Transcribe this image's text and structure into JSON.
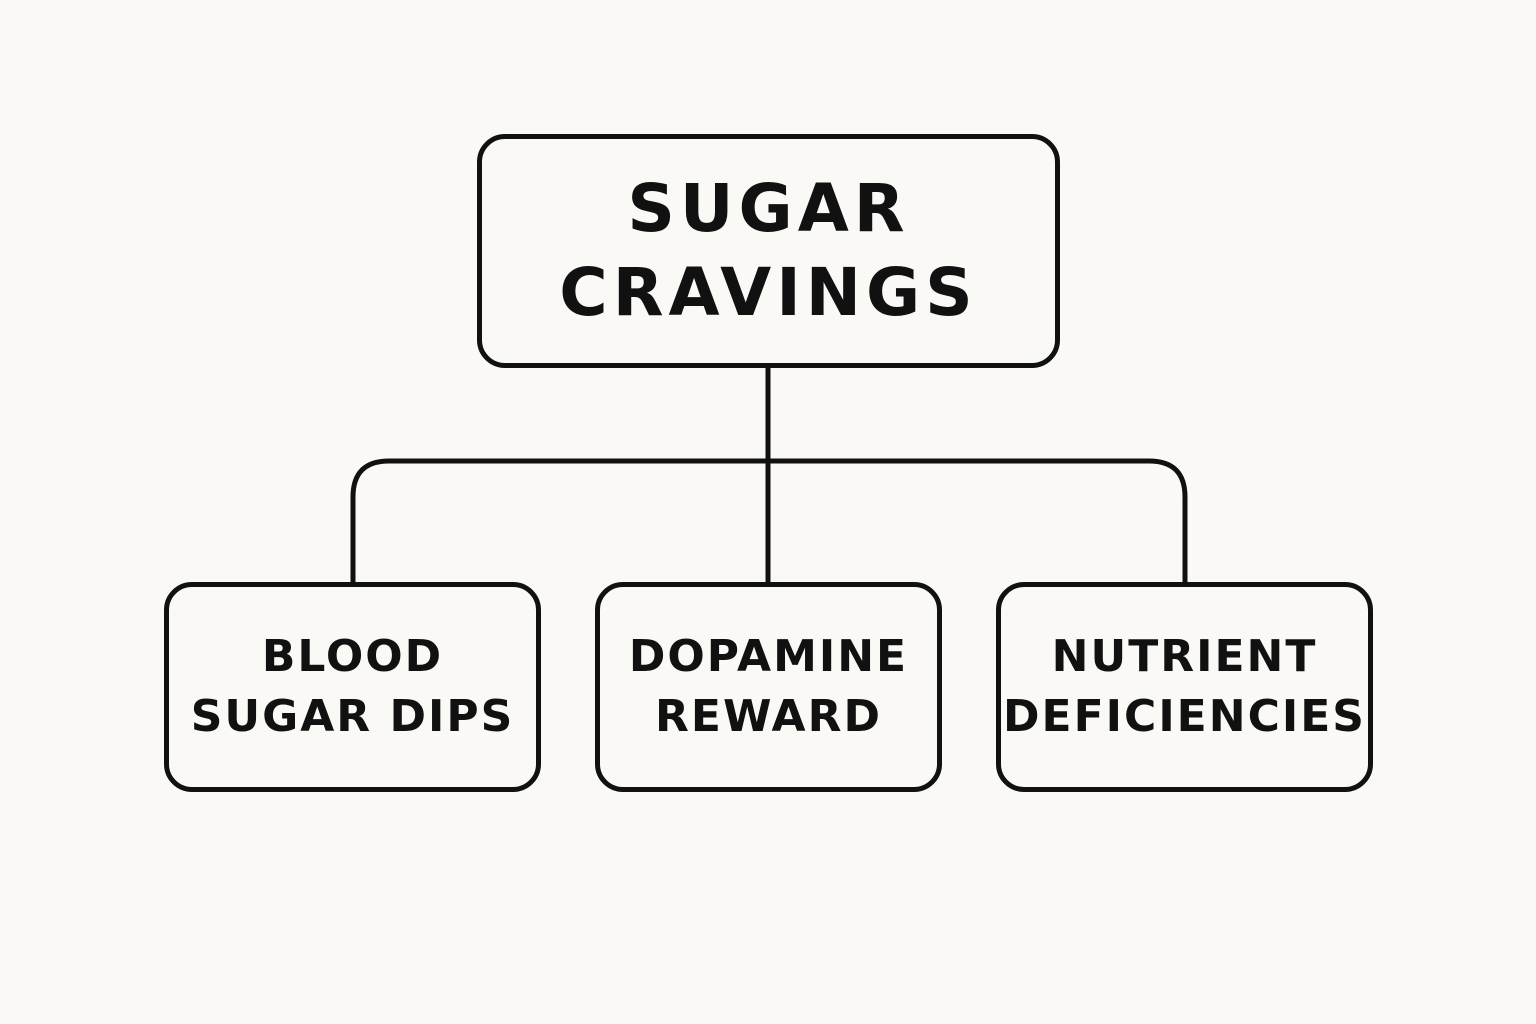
{
  "diagram": {
    "root": {
      "lines": [
        "SUGAR",
        "CRAVINGS"
      ]
    },
    "children": [
      {
        "lines": [
          "BLOOD",
          "SUGAR DIPS"
        ]
      },
      {
        "lines": [
          "DOPAMINE",
          "REWARD"
        ]
      },
      {
        "lines": [
          "NUTRIENT",
          "DEFICIENCIES"
        ]
      }
    ]
  },
  "colors": {
    "background": "#faf9f5",
    "stroke": "#111111",
    "text": "#111111"
  }
}
